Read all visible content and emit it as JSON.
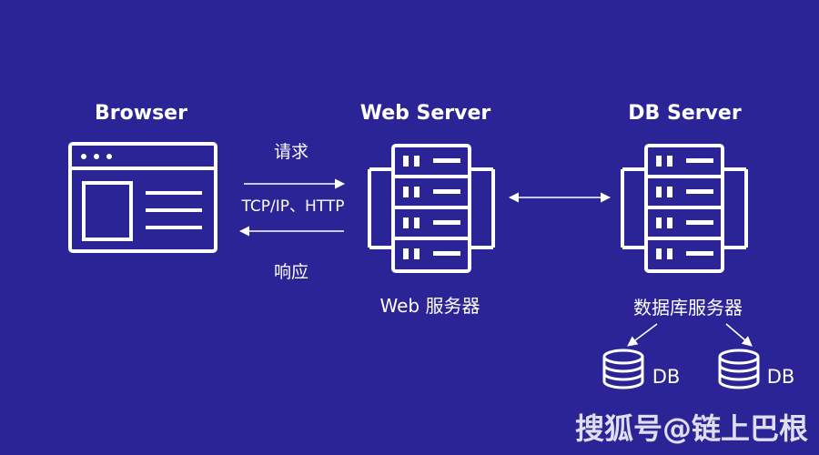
{
  "nodes": {
    "browser": {
      "title": "Browser"
    },
    "web_server": {
      "title": "Web Server",
      "caption": "Web 服务器"
    },
    "db_server": {
      "title": "DB Server",
      "caption": "数据库服务器"
    }
  },
  "edges": {
    "request": "请求",
    "protocol": "TCP/IP、HTTP",
    "response": "响应"
  },
  "databases": [
    {
      "label": "DB"
    },
    {
      "label": "DB"
    }
  ],
  "watermark": "搜狐号@链上巴根",
  "colors": {
    "background": "#2a2496",
    "foreground": "#ffffff"
  }
}
